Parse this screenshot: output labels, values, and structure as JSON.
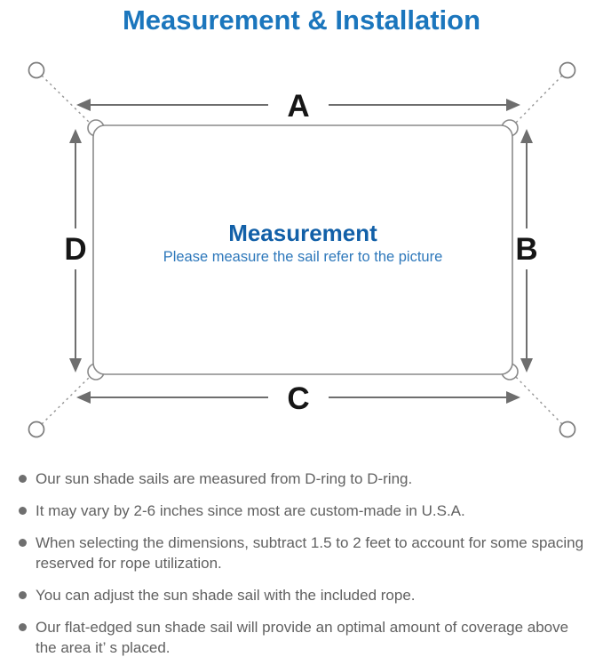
{
  "page_title": "Measurement & Installation",
  "diagram": {
    "edge_labels": {
      "top": "A",
      "right": "B",
      "bottom": "C",
      "left": "D"
    },
    "center": {
      "title": "Measurement",
      "subtitle": "Please measure the sail refer to the picture"
    },
    "icons": {
      "corner_anchors": "anchor-point-circle",
      "corner_rings": "d-ring",
      "arrows": "double-headed-measure-arrow"
    },
    "colors": {
      "title_blue": "#1b76bd",
      "center_title_blue": "#1260a8",
      "center_subtitle_blue": "#2e78bb",
      "sail_outline_gray": "#8a8a8a",
      "arrow_gray": "#6e6e6e",
      "edge_label_black": "#161616",
      "note_text_gray": "#616161"
    }
  },
  "notes": [
    "Our sun shade sails are measured from D-ring to D-ring.",
    "It may vary by 2-6 inches since most are custom-made in U.S.A.",
    "When selecting the dimensions, subtract 1.5 to 2 feet to account for some spacing reserved for rope utilization.",
    "You can adjust the sun shade sail with the included rope.",
    "Our flat-edged sun shade sail will provide an optimal amount of coverage above the area it’ s placed."
  ]
}
